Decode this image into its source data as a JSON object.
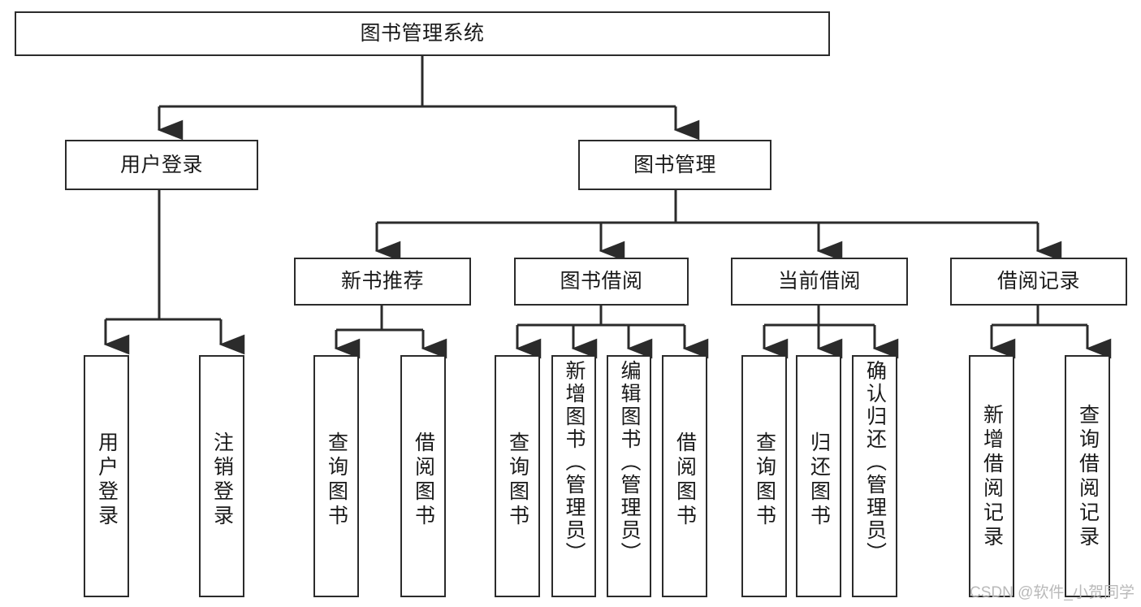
{
  "diagram": {
    "title": "图书管理系统",
    "type": "tree",
    "root": {
      "id": "root",
      "label": "图书管理系统"
    },
    "level2": [
      {
        "id": "user-login",
        "label": "用户登录"
      },
      {
        "id": "book-manage",
        "label": "图书管理"
      }
    ],
    "level3": [
      {
        "id": "new-book-recommend",
        "label": "新书推荐",
        "parent": "book-manage"
      },
      {
        "id": "book-borrow",
        "label": "图书借阅",
        "parent": "book-manage"
      },
      {
        "id": "current-borrow",
        "label": "当前借阅",
        "parent": "book-manage"
      },
      {
        "id": "borrow-record",
        "label": "借阅记录",
        "parent": "book-manage"
      }
    ],
    "leaves": [
      {
        "id": "leaf-user-login",
        "label": "用户登录",
        "parent": "user-login"
      },
      {
        "id": "leaf-user-logout",
        "label": "注销登录",
        "parent": "user-login"
      },
      {
        "id": "leaf-query-book-1",
        "label": "查询图书",
        "parent": "new-book-recommend"
      },
      {
        "id": "leaf-borrow-book-1",
        "label": "借阅图书",
        "parent": "new-book-recommend"
      },
      {
        "id": "leaf-query-book-2",
        "label": "查询图书",
        "parent": "book-borrow"
      },
      {
        "id": "leaf-add-book",
        "label": "新增图书（管理员）",
        "parent": "book-borrow"
      },
      {
        "id": "leaf-edit-book",
        "label": "编辑图书（管理员）",
        "parent": "book-borrow"
      },
      {
        "id": "leaf-borrow-book-2",
        "label": "借阅图书",
        "parent": "book-borrow"
      },
      {
        "id": "leaf-query-book-3",
        "label": "查询图书",
        "parent": "current-borrow"
      },
      {
        "id": "leaf-return-book",
        "label": "归还图书",
        "parent": "current-borrow"
      },
      {
        "id": "leaf-confirm-return",
        "label": "确认归还（管理员）",
        "parent": "current-borrow"
      },
      {
        "id": "leaf-add-record",
        "label": "新增借阅记录",
        "parent": "borrow-record"
      },
      {
        "id": "leaf-query-record",
        "label": "查询借阅记录",
        "parent": "borrow-record"
      }
    ],
    "colors": {
      "box_border": "#2b2b2b",
      "box_fill": "#ffffff",
      "connector": "#2b2b2b",
      "text": "#1a1a1a",
      "watermark": "#b9b9b9",
      "background": "#ffffff"
    }
  },
  "watermark": {
    "text": "CSDN @软件_小贺同学"
  }
}
